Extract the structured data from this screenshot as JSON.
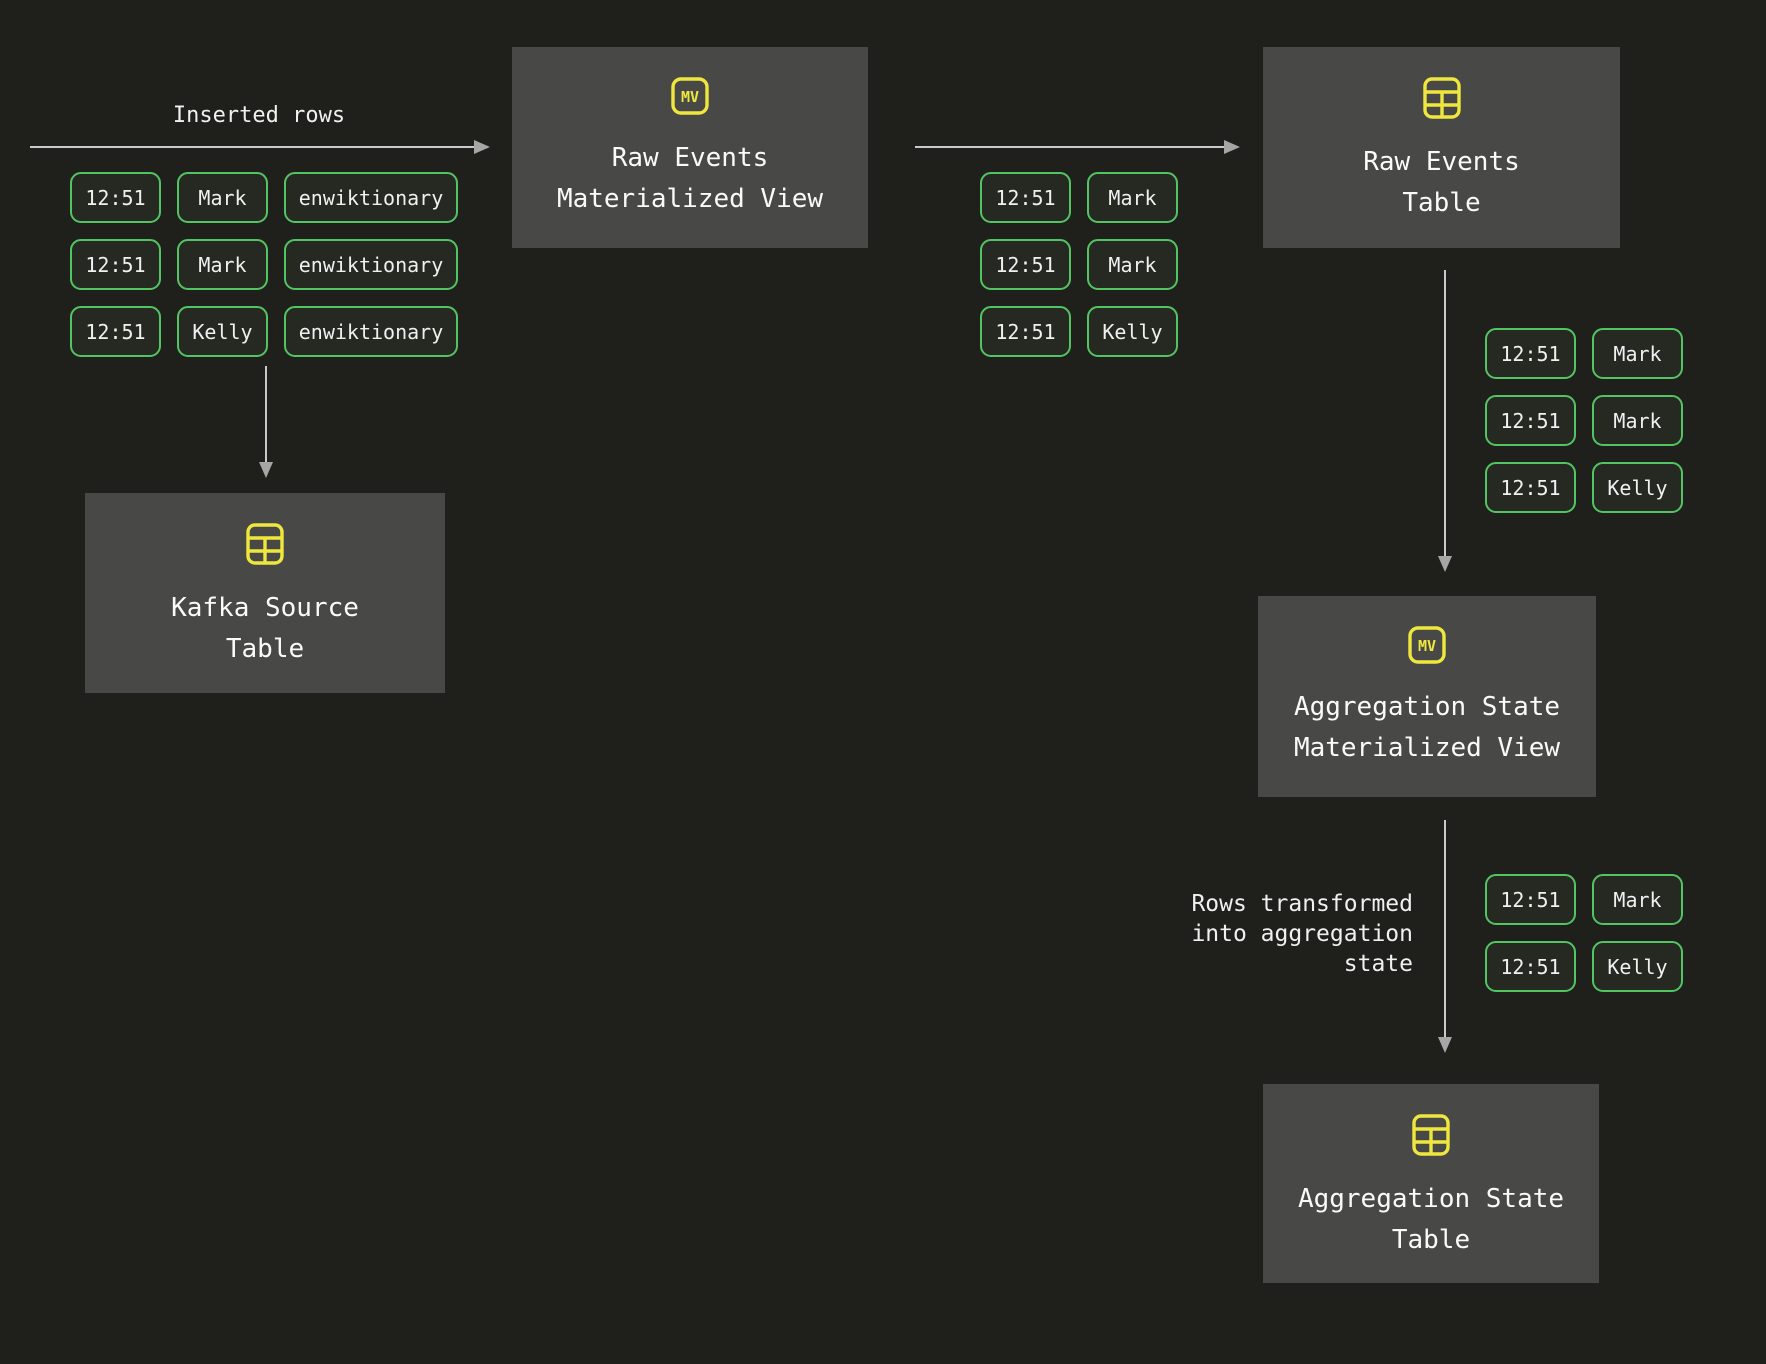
{
  "colors": {
    "background": "#1f201b",
    "node_box": "#484847",
    "pill_fill": "#262822",
    "pill_border_green": "#53c462",
    "icon_yellow": "#efe73e",
    "text": "#f0f0f0",
    "arrow_line": "#c9c9c9",
    "arrow_head": "#a6a6a6"
  },
  "labels": {
    "inserted_rows": "Inserted rows",
    "rows_transformed": [
      "Rows transformed",
      "into aggregation",
      "state"
    ]
  },
  "nodes": {
    "raw_events_mv": {
      "badge": "MV",
      "title": [
        "Raw Events",
        "Materialized View"
      ]
    },
    "raw_events_table": {
      "title": [
        "Raw Events",
        "Table"
      ]
    },
    "kafka_source_table": {
      "title": [
        "Kafka Source",
        "Table"
      ]
    },
    "aggregation_state_mv": {
      "badge": "MV",
      "title": [
        "Aggregation State",
        "Materialized View"
      ]
    },
    "aggregation_state_table": {
      "title": [
        "Aggregation State",
        "Table"
      ]
    }
  },
  "pill_groups": {
    "inserted": [
      [
        "12:51",
        "Mark",
        "enwiktionary"
      ],
      [
        "12:51",
        "Mark",
        "enwiktionary"
      ],
      [
        "12:51",
        "Kelly",
        "enwiktionary"
      ]
    ],
    "mv_to_table": [
      [
        "12:51",
        "Mark"
      ],
      [
        "12:51",
        "Mark"
      ],
      [
        "12:51",
        "Kelly"
      ]
    ],
    "table_to_aggmv": [
      [
        "12:51",
        "Mark"
      ],
      [
        "12:51",
        "Mark"
      ],
      [
        "12:51",
        "Kelly"
      ]
    ],
    "aggregated": [
      [
        "12:51",
        "Mark"
      ],
      [
        "12:51",
        "Kelly"
      ]
    ]
  }
}
